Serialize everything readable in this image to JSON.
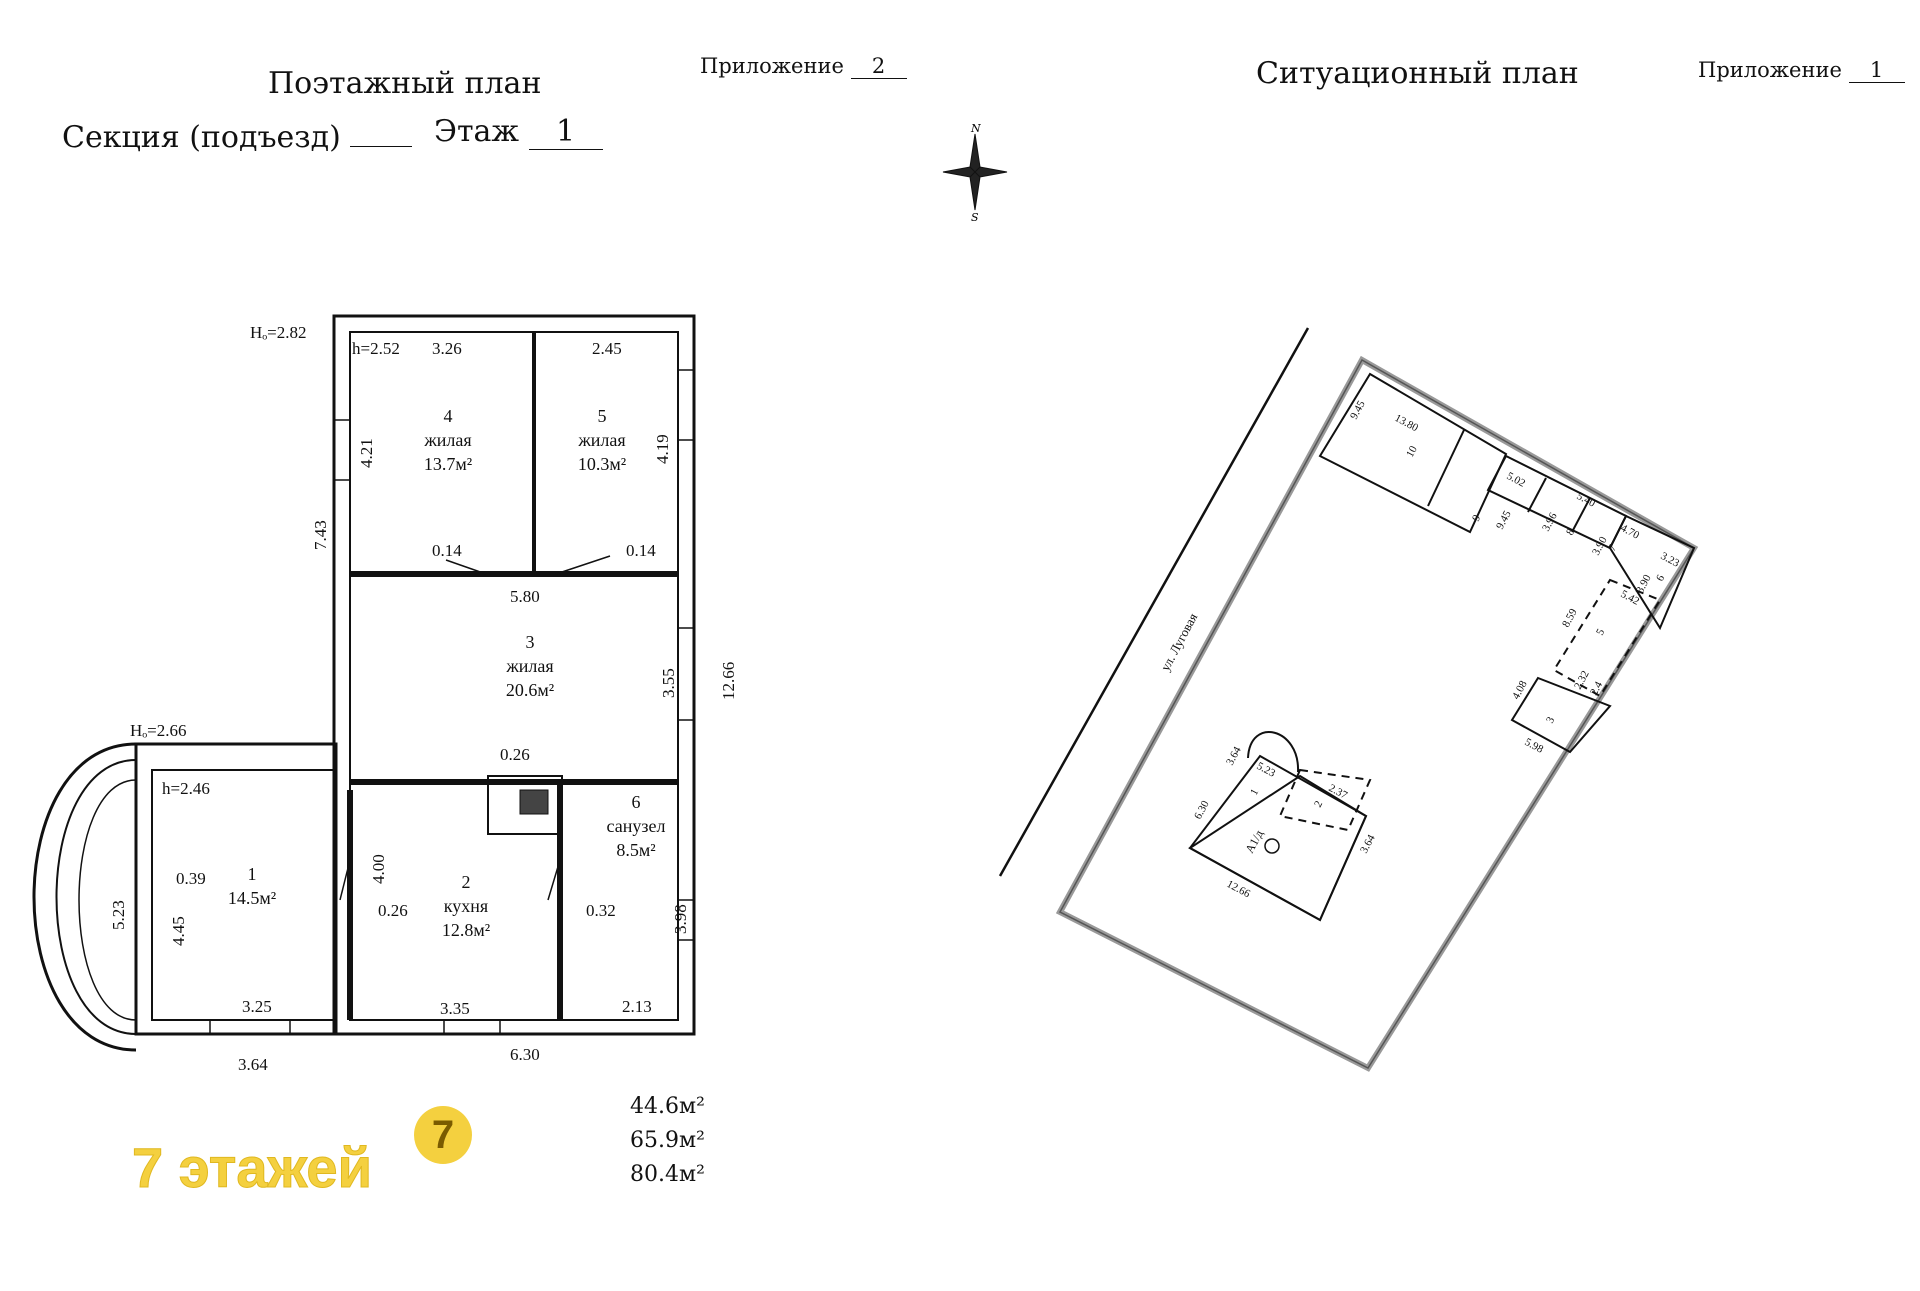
{
  "floor_plan": {
    "title": "Поэтажный план",
    "appendix_label": "Приложение",
    "appendix_number": "2",
    "section_label": "Секция (подъезд)",
    "section_value": "",
    "floor_label": "Этаж",
    "floor_value": "1",
    "rooms": [
      {
        "number": "4",
        "type": "жилая",
        "area": "13.7м²"
      },
      {
        "number": "5",
        "type": "жилая",
        "area": "10.3м²"
      },
      {
        "number": "3",
        "type": "жилая",
        "area": "20.6м²"
      },
      {
        "number": "1",
        "type": "",
        "area": "14.5м²"
      },
      {
        "number": "2",
        "type": "кухня",
        "area": "12.8м²"
      },
      {
        "number": "6",
        "type": "санузел",
        "area": "8.5м²"
      }
    ],
    "heights": [
      "Hₒ=2.82",
      "h=2.52",
      "Hₒ=2.66",
      "h=2.46"
    ],
    "dimensions": [
      "3.26",
      "2.45",
      "4.21",
      "4.19",
      "7.43",
      "0.14",
      "0.14",
      "5.80",
      "3.55",
      "12.66",
      "0.26",
      "4.00",
      "5.23",
      "0.39",
      "4.45",
      "0.26",
      "0.32",
      "3.98",
      "3.25",
      "3.35",
      "2.13",
      "3.64",
      "6.30"
    ],
    "totals": [
      "44.6м²",
      "65.9м²",
      "80.4м²"
    ]
  },
  "compass": {
    "north": "N",
    "south": "S"
  },
  "site_plan": {
    "title": "Ситуационный план",
    "appendix_label": "Приложение",
    "appendix_number": "1",
    "street": "ул. Луговая",
    "building_label": "А1/д",
    "labels": [
      "9.45",
      "13.80",
      "10",
      "5.02",
      "9",
      "9.45",
      "5.40",
      "3.96",
      "8",
      "4.70",
      "3.90",
      "7",
      "3.23",
      "3.90",
      "6",
      "5.42",
      "8.59",
      "5",
      "4.08",
      "2.32",
      "2.4",
      "3",
      "5.98",
      "3.64",
      "5.23",
      "1",
      "2.37",
      "2",
      "6.30",
      "3.64",
      "12.66"
    ]
  },
  "watermark": {
    "text": "7 этажей",
    "badge": "7"
  }
}
